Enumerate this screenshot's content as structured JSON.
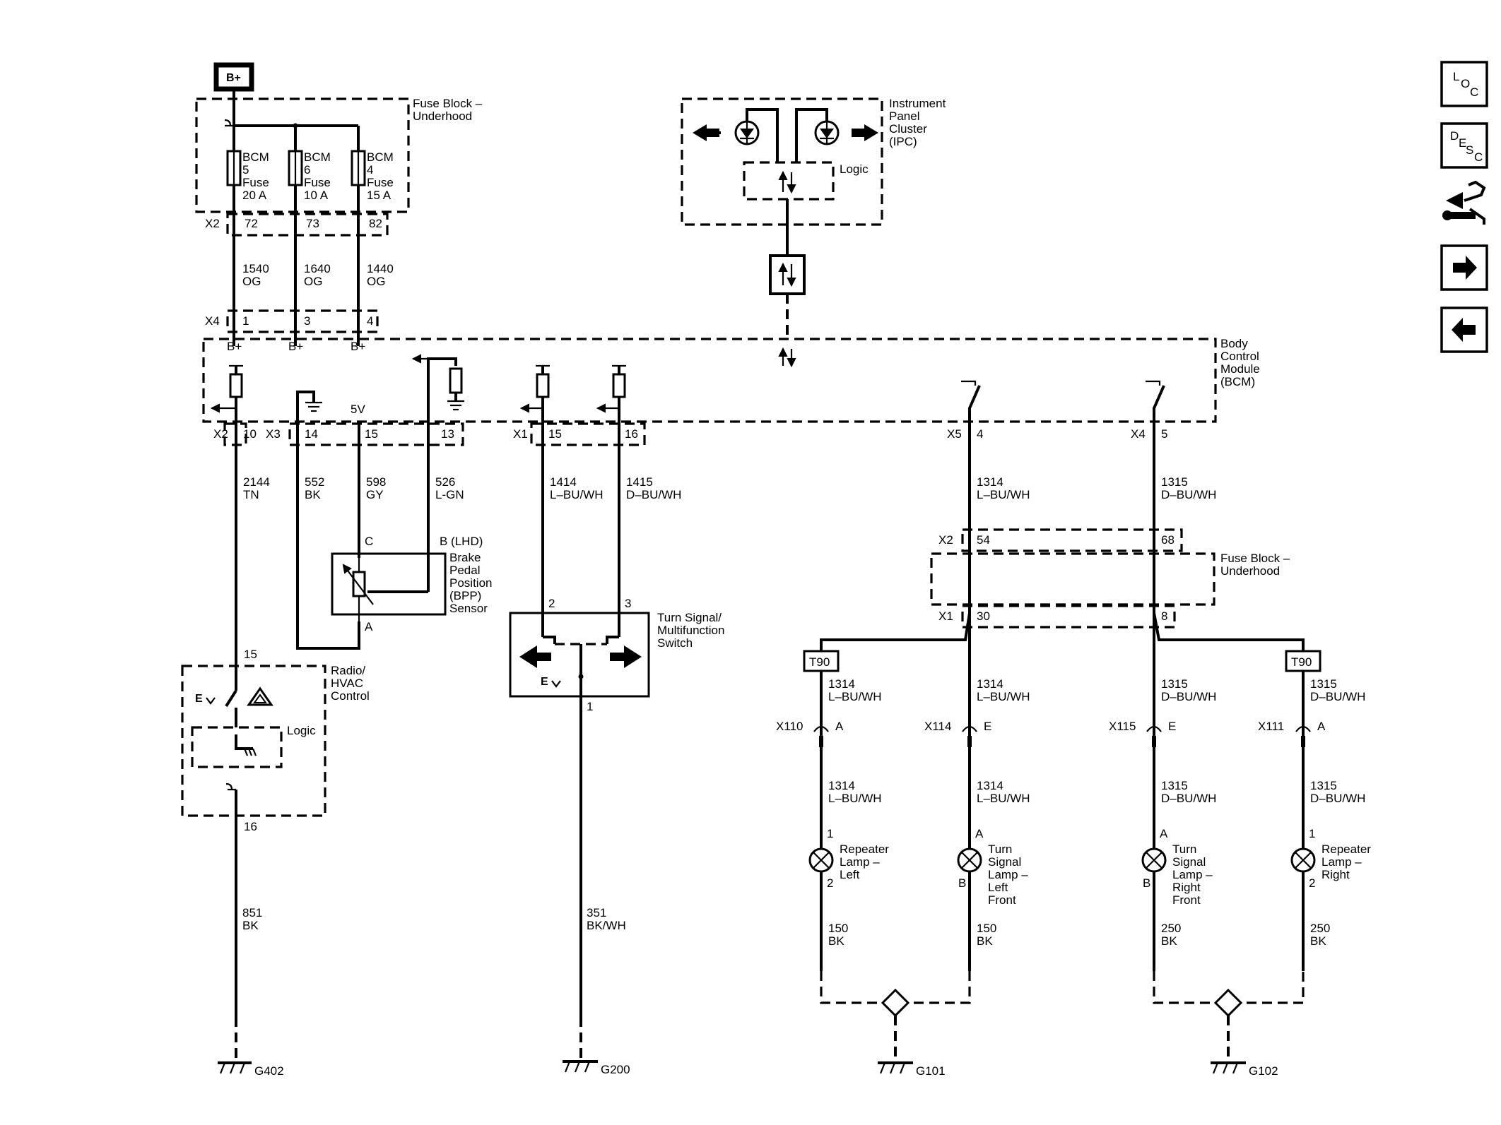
{
  "supply": {
    "label": "B+"
  },
  "fuse_block_top": {
    "name": "Fuse Block –\nUnderhood"
  },
  "fuses": [
    {
      "line1": "BCM",
      "line2": "5",
      "line3": "Fuse",
      "line4": "20 A",
      "pin": "72",
      "circuit": "1540",
      "color": "OG",
      "bcm_pin": "1"
    },
    {
      "line1": "BCM",
      "line2": "6",
      "line3": "Fuse",
      "line4": "10 A",
      "pin": "73",
      "circuit": "1640",
      "color": "OG",
      "bcm_pin": "3"
    },
    {
      "line1": "BCM",
      "line2": "4",
      "line3": "Fuse",
      "line4": "15 A",
      "pin": "82",
      "circuit": "1440",
      "color": "OG",
      "bcm_pin": "4"
    }
  ],
  "ipc": {
    "name": "Instrument\nPanel\nCluster\n(IPC)",
    "logic": "Logic"
  },
  "bcm": {
    "name": "Body\nControl\nModule\n(BCM)",
    "bplus": "B+",
    "five_v": "5V"
  },
  "connectors": {
    "x2": "X2",
    "x3": "X3",
    "x4": "X4",
    "x1": "X1",
    "x5": "X5"
  },
  "bcm_bottom_pins": [
    {
      "pin": "10",
      "circuit": "2144",
      "color": "TN"
    },
    {
      "pin": "14",
      "circuit": "552",
      "color": "BK"
    },
    {
      "pin": "15",
      "circuit": "598",
      "color": "GY"
    },
    {
      "pin": "13",
      "circuit": "526",
      "color": "L-GN"
    },
    {
      "pin": "15",
      "circuit": "1414",
      "color": "L–BU/WH"
    },
    {
      "pin": "16",
      "circuit": "1415",
      "color": "D–BU/WH"
    },
    {
      "pin": "4",
      "circuit": "1314",
      "color": "L–BU/WH"
    },
    {
      "pin": "5",
      "circuit": "1315",
      "color": "D–BU/WH"
    }
  ],
  "bpp": {
    "name": "Brake\nPedal\nPosition\n(BPP)\nSensor",
    "pin_c": "C",
    "pin_b": "B (LHD)",
    "pin_a": "A"
  },
  "radio": {
    "name": "Radio/\nHVAC\nControl",
    "logic": "Logic",
    "pin_in": "15",
    "pin_out": "16",
    "circuit": "851",
    "color": "BK",
    "ground": "G402"
  },
  "turn_switch": {
    "name": "Turn Signal/\nMultifunction\nSwitch",
    "pin_left": "2",
    "pin_right": "3",
    "pin_gnd": "1",
    "circuit": "351",
    "color": "BK/WH",
    "ground": "G200"
  },
  "fuse_block_bottom": {
    "name": "Fuse Block –\nUnderhood",
    "x2_pin_left": "54",
    "x2_pin_right": "68",
    "x1_pin_left": "30",
    "x1_pin_right": "8"
  },
  "splice": {
    "label": "T90"
  },
  "lamps": [
    {
      "name": "Repeater\nLamp –\nLeft",
      "connector": "X110",
      "conn_pin": "A",
      "circuit_a": "1314",
      "color_a": "L–BU/WH",
      "pin_top": "1",
      "pin_bot": "2",
      "circuit_gnd": "150",
      "color_gnd": "BK"
    },
    {
      "name": "Turn\nSignal\nLamp –\nLeft\nFront",
      "connector": "X114",
      "conn_pin": "E",
      "circuit_a": "1314",
      "color_a": "L–BU/WH",
      "pin_top": "A",
      "pin_bot": "B",
      "circuit_gnd": "150",
      "color_gnd": "BK"
    },
    {
      "name": "Turn\nSignal\nLamp –\nRight\nFront",
      "connector": "X115",
      "conn_pin": "E",
      "circuit_a": "1315",
      "color_a": "D–BU/WH",
      "pin_top": "A",
      "pin_bot": "B",
      "circuit_gnd": "250",
      "color_gnd": "BK"
    },
    {
      "name": "Repeater\nLamp –\nRight",
      "connector": "X111",
      "conn_pin": "A",
      "circuit_a": "1315",
      "color_a": "D–BU/WH",
      "pin_top": "1",
      "pin_bot": "2",
      "circuit_gnd": "250",
      "color_gnd": "BK"
    }
  ],
  "grounds": {
    "left": "G101",
    "right": "G102"
  },
  "side_buttons": [
    {
      "label": "LOC",
      "icon": "loc-icon"
    },
    {
      "label": "DESC",
      "icon": "desc-icon"
    },
    {
      "label": "",
      "icon": "wrench-connector-icon"
    },
    {
      "label": "",
      "icon": "arrow-right-icon"
    },
    {
      "label": "",
      "icon": "arrow-left-icon"
    }
  ]
}
